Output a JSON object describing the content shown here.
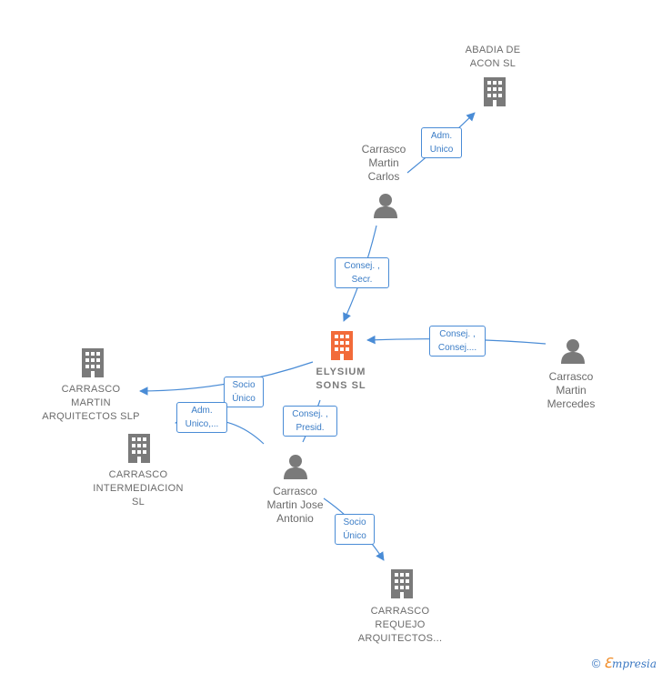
{
  "colors": {
    "edge": "#4a8cd6",
    "node": "#7a7a7a",
    "center": "#f26b3a"
  },
  "nodes": {
    "abadia": {
      "label": "ABADIA DE\nACON SL",
      "type": "company"
    },
    "carlos": {
      "label": "Carrasco\nMartin\nCarlos",
      "type": "person"
    },
    "elysium": {
      "label": "ELYSIUM\nSONS SL",
      "type": "company-center"
    },
    "mercedes": {
      "label": "Carrasco\nMartin\nMercedes",
      "type": "person"
    },
    "arquitectos_slp": {
      "label": "CARRASCO\nMARTIN\nARQUITECTOS SLP",
      "type": "company"
    },
    "intermediacion": {
      "label": "CARRASCO\nINTERMEDIACION\nSL",
      "type": "company"
    },
    "jose_antonio": {
      "label": "Carrasco\nMartin Jose\nAntonio",
      "type": "person"
    },
    "requejo": {
      "label": "CARRASCO\nREQUEJO\nARQUITECTOS...",
      "type": "company"
    }
  },
  "edges": {
    "carlos_abadia": "Adm.\nUnico",
    "carlos_elysium": "Consej. ,\nSecr.",
    "mercedes_elysium": "Consej. ,\nConsej....",
    "elysium_arquitectos": "Socio\nÚnico",
    "jose_intermediacion": "Adm.\nUnico,...",
    "jose_elysium": "Consej. ,\nPresid.",
    "jose_requejo": "Socio\nÚnico"
  },
  "brand": {
    "copyright": "©",
    "e": "ℇ",
    "name": "mpresia"
  }
}
